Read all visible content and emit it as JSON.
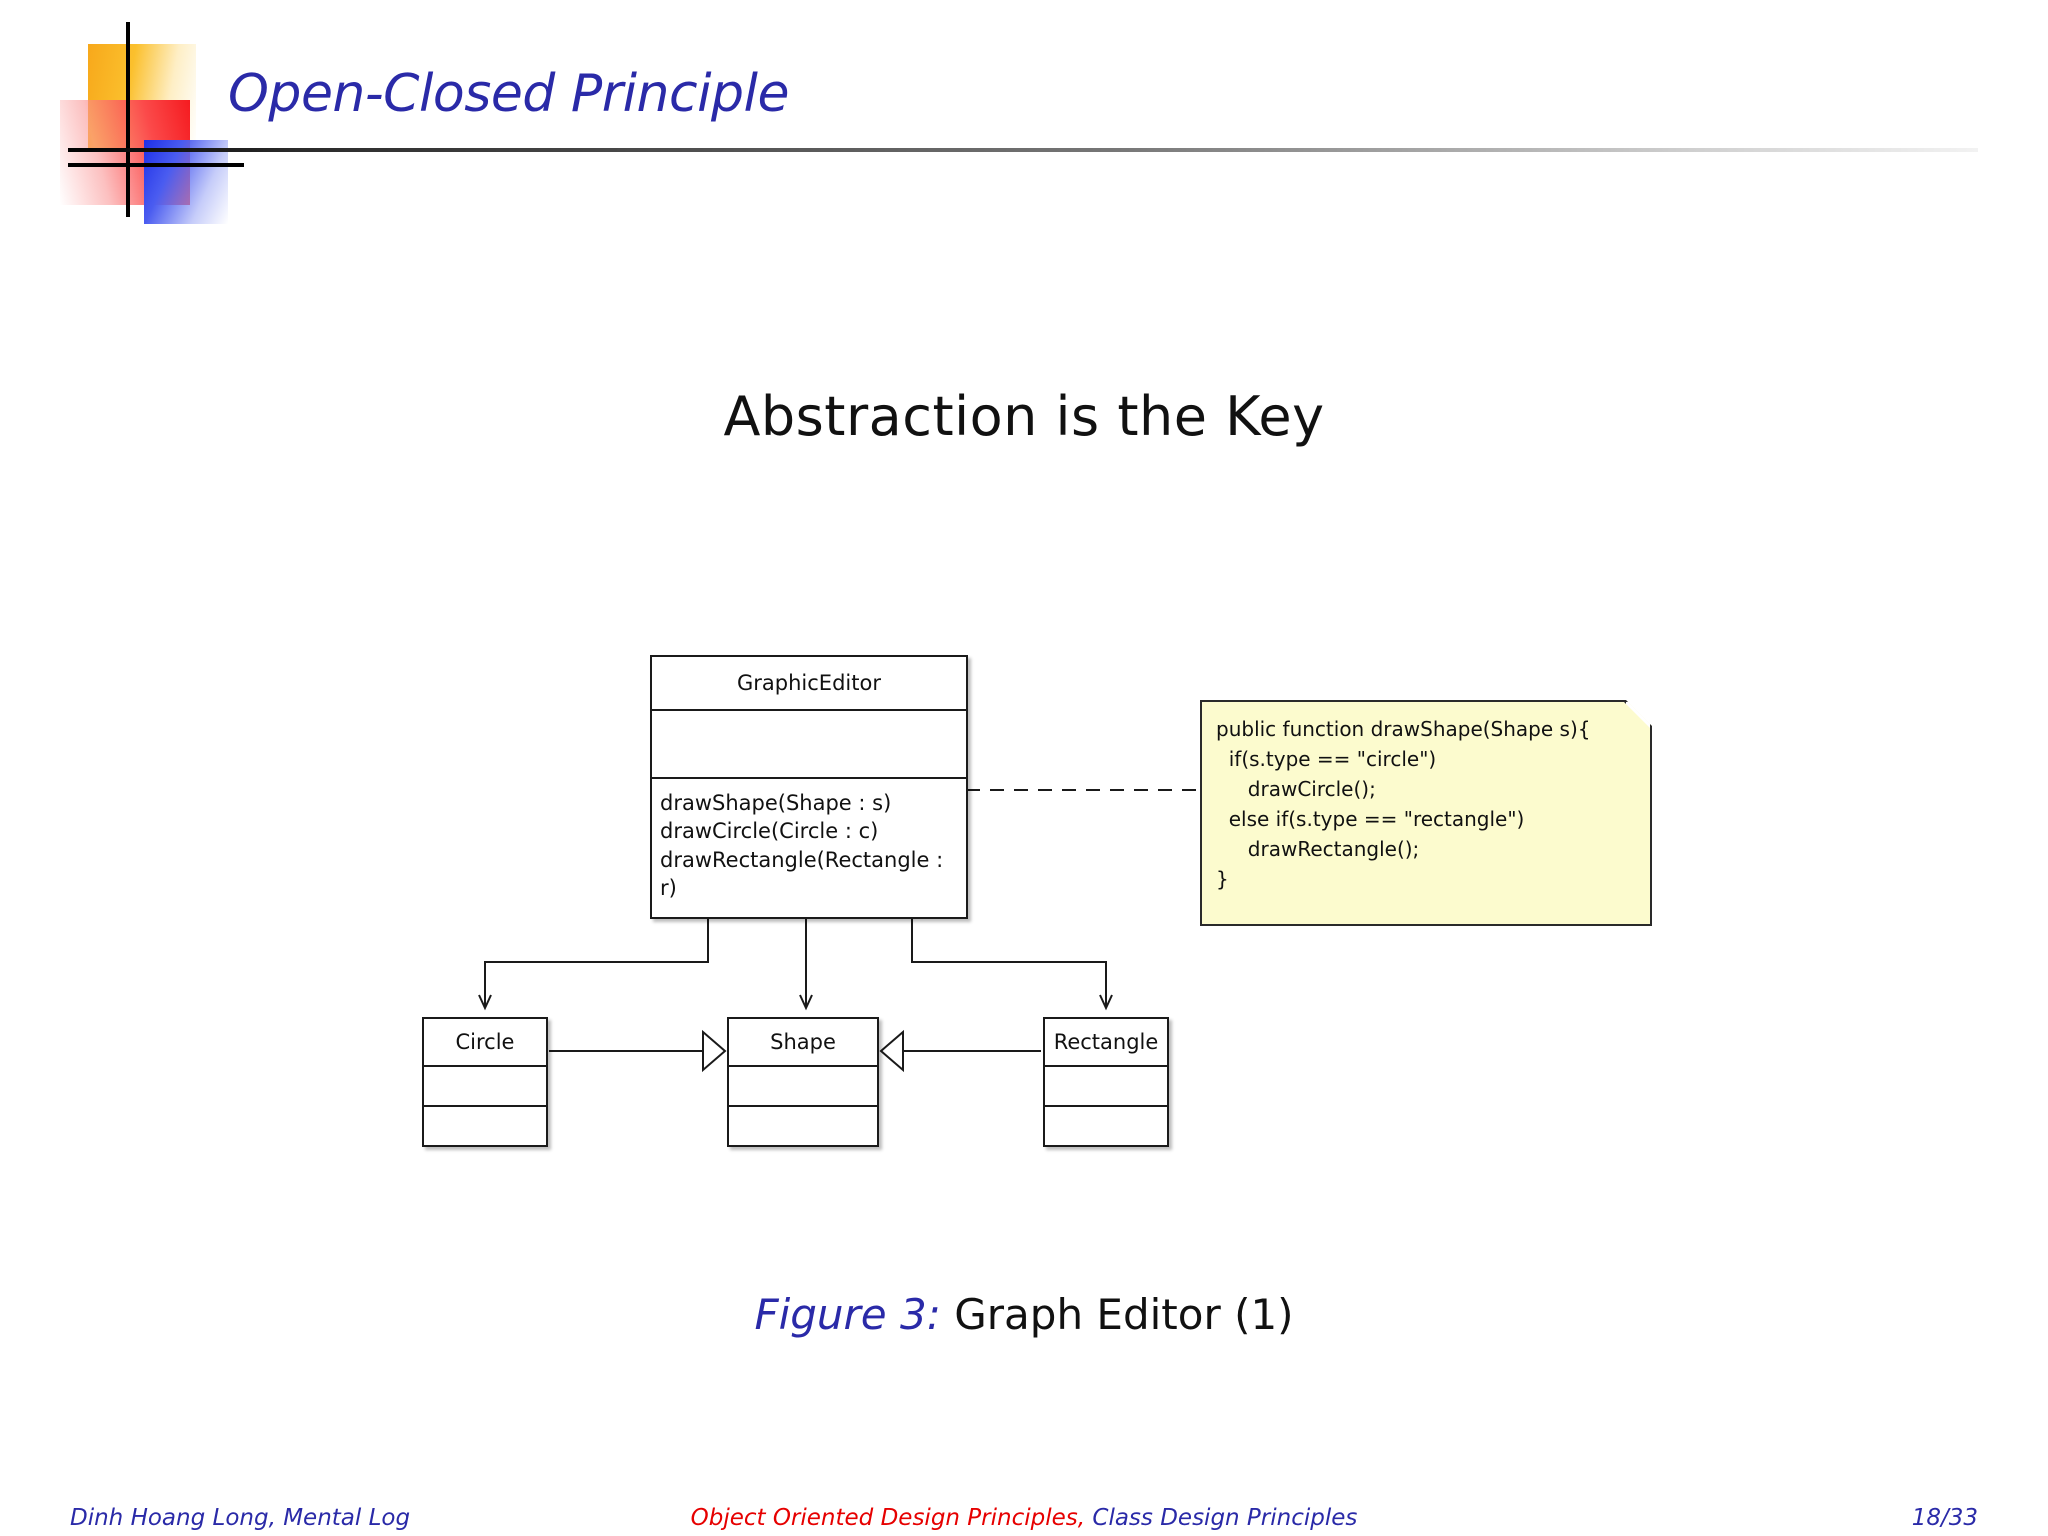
{
  "slide": {
    "title": "Open-Closed Principle",
    "heading": "Abstraction is the Key",
    "page_number": "18/33"
  },
  "figure": {
    "number_label": "Figure 3:",
    "caption": "Graph Editor (1)"
  },
  "diagram": {
    "type": "uml-class-diagram",
    "classes": [
      {
        "name": "GraphicEditor",
        "attributes": [],
        "operations": [
          "drawShape(Shape : s)",
          "drawCircle(Circle : c)",
          "drawRectangle(Rectangle : r)"
        ]
      },
      {
        "name": "Circle",
        "attributes": [],
        "operations": []
      },
      {
        "name": "Shape",
        "attributes": [],
        "operations": []
      },
      {
        "name": "Rectangle",
        "attributes": [],
        "operations": []
      }
    ],
    "note": {
      "attached_to": "GraphicEditor",
      "code": "public function drawShape(Shape s){\n  if(s.type == \"circle\")\n     drawCircle();\n  else if(s.type == \"rectangle\")\n     drawRectangle();\n}"
    },
    "relationships": [
      {
        "from": "GraphicEditor",
        "to": "Circle",
        "kind": "dependency-arrow"
      },
      {
        "from": "GraphicEditor",
        "to": "Shape",
        "kind": "dependency-arrow"
      },
      {
        "from": "GraphicEditor",
        "to": "Rectangle",
        "kind": "dependency-arrow"
      },
      {
        "from": "Circle",
        "to": "Shape",
        "kind": "generalization"
      },
      {
        "from": "Rectangle",
        "to": "Shape",
        "kind": "generalization"
      }
    ]
  },
  "footer": {
    "author": "Dinh Hoang Long, Mental Log",
    "course_red": "Object Oriented Design Principles",
    "course_sep": ", ",
    "course_blue": "Class Design Principles",
    "page": "18/33"
  },
  "colors": {
    "title_blue": "#2a2aa8",
    "footer_red": "#e60000",
    "note_yellow": "#fcfbce",
    "logo_yellow": "#fbc02d",
    "logo_red": "#f51b20",
    "logo_blue": "#1d2fe8"
  }
}
